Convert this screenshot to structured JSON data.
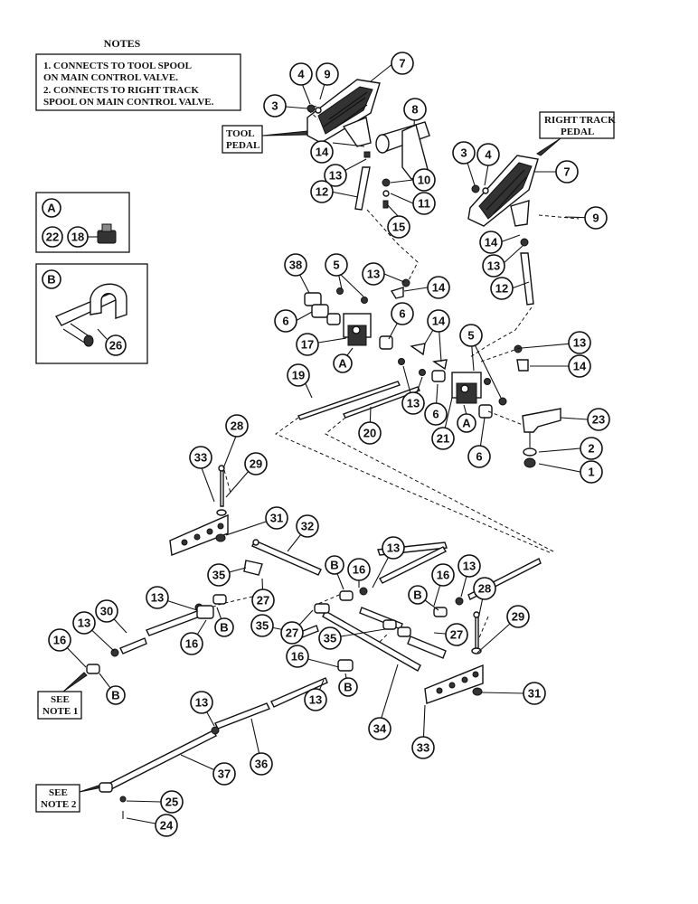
{
  "notes": {
    "title": "NOTES",
    "lines": [
      "1.  CONNECTS TO TOOL SPOOL",
      "     ON MAIN CONTROL VALVE.",
      "2.  CONNECTS TO RIGHT TRACK",
      "     SPOOL ON MAIN CONTROL VALVE."
    ]
  },
  "labels": {
    "tool_pedal": [
      "TOOL",
      "PEDAL"
    ],
    "right_track_pedal": [
      "RIGHT TRACK",
      "PEDAL"
    ],
    "see_note_1": [
      "SEE",
      "NOTE 1"
    ],
    "see_note_2": [
      "SEE",
      "NOTE 2"
    ]
  },
  "detail_views": {
    "a": {
      "letter": "A",
      "parts": [
        "22",
        "18"
      ]
    },
    "b": {
      "letter": "B",
      "parts": [
        "26"
      ]
    }
  },
  "callouts": [
    {
      "num": "7"
    },
    {
      "num": "9"
    },
    {
      "num": "4"
    },
    {
      "num": "3"
    },
    {
      "num": "8"
    },
    {
      "num": "14"
    },
    {
      "num": "13"
    },
    {
      "num": "10"
    },
    {
      "num": "11"
    },
    {
      "num": "12"
    },
    {
      "num": "15"
    },
    {
      "num": "3"
    },
    {
      "num": "4"
    },
    {
      "num": "7"
    },
    {
      "num": "9"
    },
    {
      "num": "14"
    },
    {
      "num": "13"
    },
    {
      "num": "12"
    },
    {
      "num": "38"
    },
    {
      "num": "5"
    },
    {
      "num": "13"
    },
    {
      "num": "14"
    },
    {
      "num": "6"
    },
    {
      "num": "6"
    },
    {
      "num": "14"
    },
    {
      "num": "17"
    },
    {
      "num": "A"
    },
    {
      "num": "5"
    },
    {
      "num": "13"
    },
    {
      "num": "14"
    },
    {
      "num": "19"
    },
    {
      "num": "13"
    },
    {
      "num": "20"
    },
    {
      "num": "6"
    },
    {
      "num": "A"
    },
    {
      "num": "21"
    },
    {
      "num": "6"
    },
    {
      "num": "23"
    },
    {
      "num": "2"
    },
    {
      "num": "1"
    },
    {
      "num": "28"
    },
    {
      "num": "33"
    },
    {
      "num": "29"
    },
    {
      "num": "31"
    },
    {
      "num": "32"
    },
    {
      "num": "35"
    },
    {
      "num": "B"
    },
    {
      "num": "16"
    },
    {
      "num": "13"
    },
    {
      "num": "16"
    },
    {
      "num": "13"
    },
    {
      "num": "27"
    },
    {
      "num": "13"
    },
    {
      "num": "B"
    },
    {
      "num": "35"
    },
    {
      "num": "27"
    },
    {
      "num": "30"
    },
    {
      "num": "13"
    },
    {
      "num": "16"
    },
    {
      "num": "B"
    },
    {
      "num": "35"
    },
    {
      "num": "27"
    },
    {
      "num": "28"
    },
    {
      "num": "29"
    },
    {
      "num": "16"
    },
    {
      "num": "13"
    },
    {
      "num": "B"
    },
    {
      "num": "16"
    },
    {
      "num": "B"
    },
    {
      "num": "13"
    },
    {
      "num": "36"
    },
    {
      "num": "37"
    },
    {
      "num": "34"
    },
    {
      "num": "31"
    },
    {
      "num": "33"
    },
    {
      "num": "25"
    },
    {
      "num": "24"
    }
  ]
}
